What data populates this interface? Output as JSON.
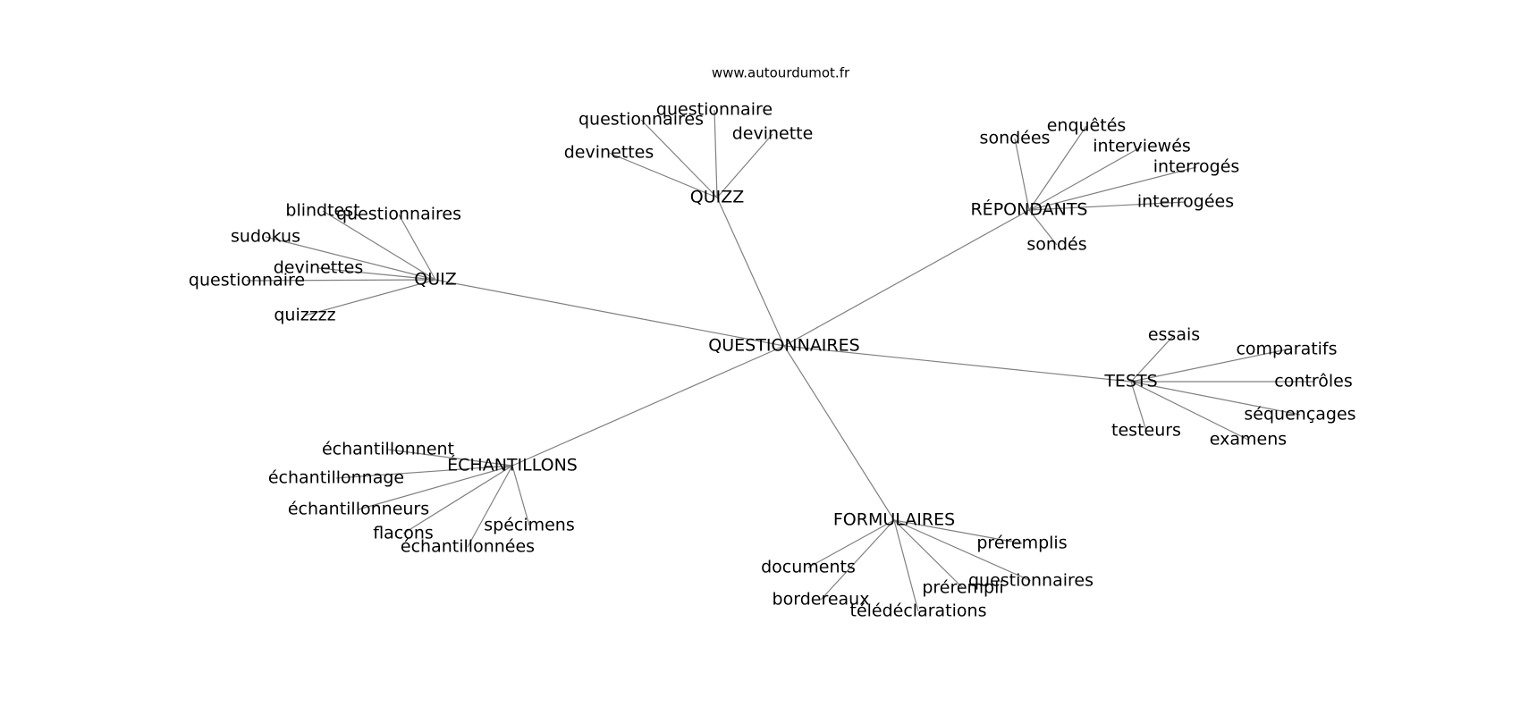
{
  "site": "www.autourdumot.fr",
  "center": "QUESTIONNAIRES",
  "groups": [
    {
      "hub": "QUIZZ",
      "words": [
        "questionnaire",
        "questionnaires",
        "devinette",
        "devinettes"
      ]
    },
    {
      "hub": "RÉPONDANTS",
      "words": [
        "sondées",
        "enquêtés",
        "interviewés",
        "interrogés",
        "interrogées",
        "sondés"
      ]
    },
    {
      "hub": "QUIZ",
      "words": [
        "blindtest",
        "questionnaires",
        "sudokus",
        "devinettes",
        "questionnaire",
        "quizzzz"
      ]
    },
    {
      "hub": "TESTS",
      "words": [
        "essais",
        "comparatifs",
        "contrôles",
        "séquençages",
        "examens",
        "testeurs"
      ]
    },
    {
      "hub": "ÉCHANTILLONS",
      "words": [
        "échantillonnent",
        "échantillonnage",
        "échantillonneurs",
        "flacons",
        "échantillonnées",
        "spécimens"
      ]
    },
    {
      "hub": "FORMULAIRES",
      "words": [
        "préremplis",
        "questionnaires",
        "prérempli",
        "télédéclarations",
        "bordereaux",
        "documents"
      ]
    }
  ]
}
